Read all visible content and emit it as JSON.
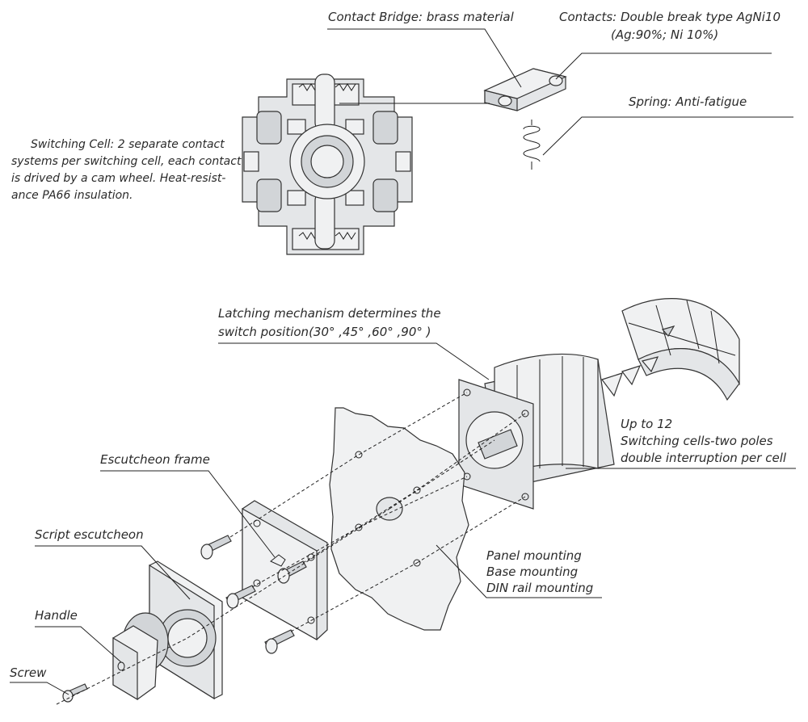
{
  "labels": {
    "contact_bridge": "Contact Bridge: brass material",
    "contacts_line1": "Contacts: Double break type AgNi10",
    "contacts_line2": "(Ag:90%; Ni 10%)",
    "spring": "Spring: Anti-fatigue",
    "switching_cell": [
      "Switching Cell: 2 separate contact",
      "systems per switching cell, each contact",
      "is drived by a cam wheel. Heat-resist-",
      "ance PA66 insulation."
    ],
    "latching": [
      "Latching mechanism determines the",
      "switch position(30° ,45° ,60° ,90° )"
    ],
    "cells": [
      "Up to 12",
      "Switching cells-two poles",
      "double interruption per cell"
    ],
    "escutcheon_frame": "Escutcheon frame",
    "script_escutcheon": "Script escutcheon",
    "handle": "Handle",
    "screw": "Screw",
    "mounting": [
      "Panel mounting",
      "Base mounting",
      "DIN rail mounting"
    ]
  }
}
